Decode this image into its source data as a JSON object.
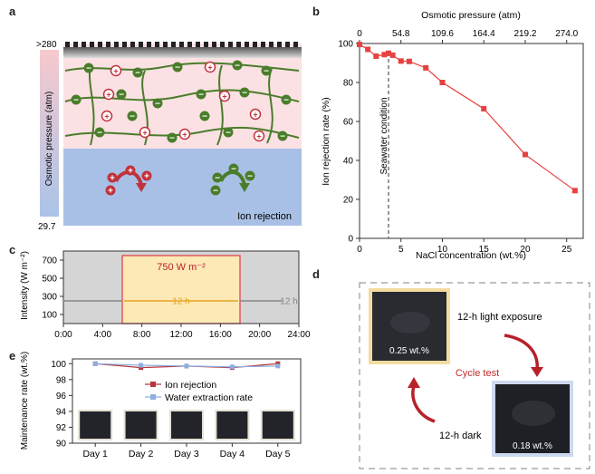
{
  "panel_letters": {
    "a": "a",
    "b": "b",
    "c": "c",
    "d": "d",
    "e": "e"
  },
  "panel_a": {
    "scale_top": ">280",
    "scale_bottom": "29.7",
    "scale_axis_label": "Osmotic pressure (atm)",
    "caption": "Ion rejection",
    "plus_sign": "+",
    "minus_sign": "−"
  },
  "chart_data": [
    {
      "id": "b",
      "type": "line",
      "x": [
        0,
        1,
        2,
        3,
        3.5,
        4,
        5,
        6,
        8,
        10,
        15,
        20,
        26
      ],
      "values": [
        99.5,
        97,
        93.5,
        94.3,
        95,
        94,
        91,
        90.8,
        87.5,
        80,
        66.5,
        43,
        24.5
      ],
      "xlabel": "NaCl concentration (wt.%)",
      "ylabel": "Ion rejection rate (%)",
      "x_ticks": [
        "0",
        "5",
        "10",
        "15",
        "20",
        "25"
      ],
      "y_ticks": [
        "0",
        "20",
        "40",
        "60",
        "80",
        "100"
      ],
      "xlim": [
        0,
        27
      ],
      "ylim": [
        0,
        100
      ],
      "top_axis_label": "Osmotic pressure (atm)",
      "top_ticks": [
        "0",
        "54.8",
        "109.6",
        "164.4",
        "219.2",
        "274.0"
      ],
      "annotation": "Seawater condition",
      "annotation_x": 3.5,
      "color": "#e8413f"
    },
    {
      "id": "c",
      "type": "area",
      "ylabel": "Intensity (W m⁻²)",
      "x_ticks": [
        "0:00",
        "4:00",
        "8:00",
        "12:00",
        "16:00",
        "20:00",
        "24:00"
      ],
      "y_ticks": [
        "100",
        "300",
        "500",
        "700"
      ],
      "xlim": [
        0,
        24
      ],
      "ylim": [
        0,
        800
      ],
      "light_on": [
        6,
        18
      ],
      "intensity": 750,
      "intensity_label": "750 W m⁻²",
      "light_duration_label": "12 h",
      "dark_duration_label": "12 h"
    },
    {
      "id": "e",
      "type": "line",
      "categories": [
        "Day 1",
        "Day 2",
        "Day 3",
        "Day 4",
        "Day 5"
      ],
      "series": [
        {
          "name": "Ion rejection",
          "values": [
            100,
            99.5,
            99.7,
            99.5,
            100
          ],
          "color": "#b5363f"
        },
        {
          "name": "Water extraction rate",
          "values": [
            100,
            99.8,
            99.7,
            99.6,
            99.7
          ],
          "color": "#8eaee0"
        }
      ],
      "ylabel": "Maintenance rate (wt.%)",
      "y_ticks": [
        "90",
        "92",
        "94",
        "96",
        "98",
        "100"
      ],
      "ylim": [
        90,
        100.6
      ]
    }
  ],
  "panel_d": {
    "light_label": "12-h light exposure",
    "dark_label": "12-h dark",
    "cycle_label": "Cycle test",
    "sample_top_label": "0.25 wt.%",
    "sample_bottom_label": "0.18 wt.%"
  },
  "colors": {
    "accent_red": "#e8413f",
    "dark_red": "#b8202a",
    "sun_fill": "#fde9b6",
    "sun_border": "#e0505a",
    "water_blue": "#a9c0e6",
    "network_green": "#4a7d2a"
  }
}
